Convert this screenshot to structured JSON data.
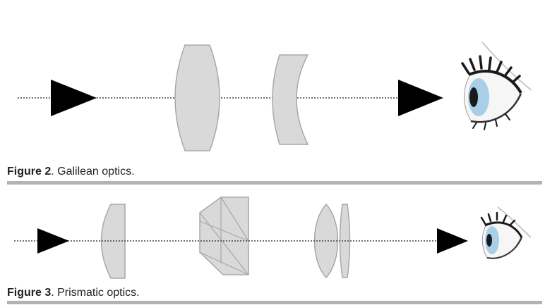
{
  "figures": [
    {
      "label": "Figure 2",
      "caption": ". Galilean optics.",
      "type": "galilean",
      "elements": [
        "object-arrow",
        "convex-objective-lens",
        "concave-eyepiece-lens",
        "image-arrow",
        "eye"
      ]
    },
    {
      "label": "Figure 3",
      "caption": ". Prismatic optics.",
      "type": "prismatic",
      "elements": [
        "object-arrow",
        "objective-lens",
        "prism",
        "eyepiece-lens-pair",
        "image-arrow",
        "eye"
      ]
    }
  ],
  "colors": {
    "lens_fill": "#d9d9d9",
    "lens_stroke": "#a8a8a8",
    "arrow": "#000000",
    "axis": "#444444",
    "rule": "#b3b3b3",
    "iris": "#a9cfe8"
  }
}
